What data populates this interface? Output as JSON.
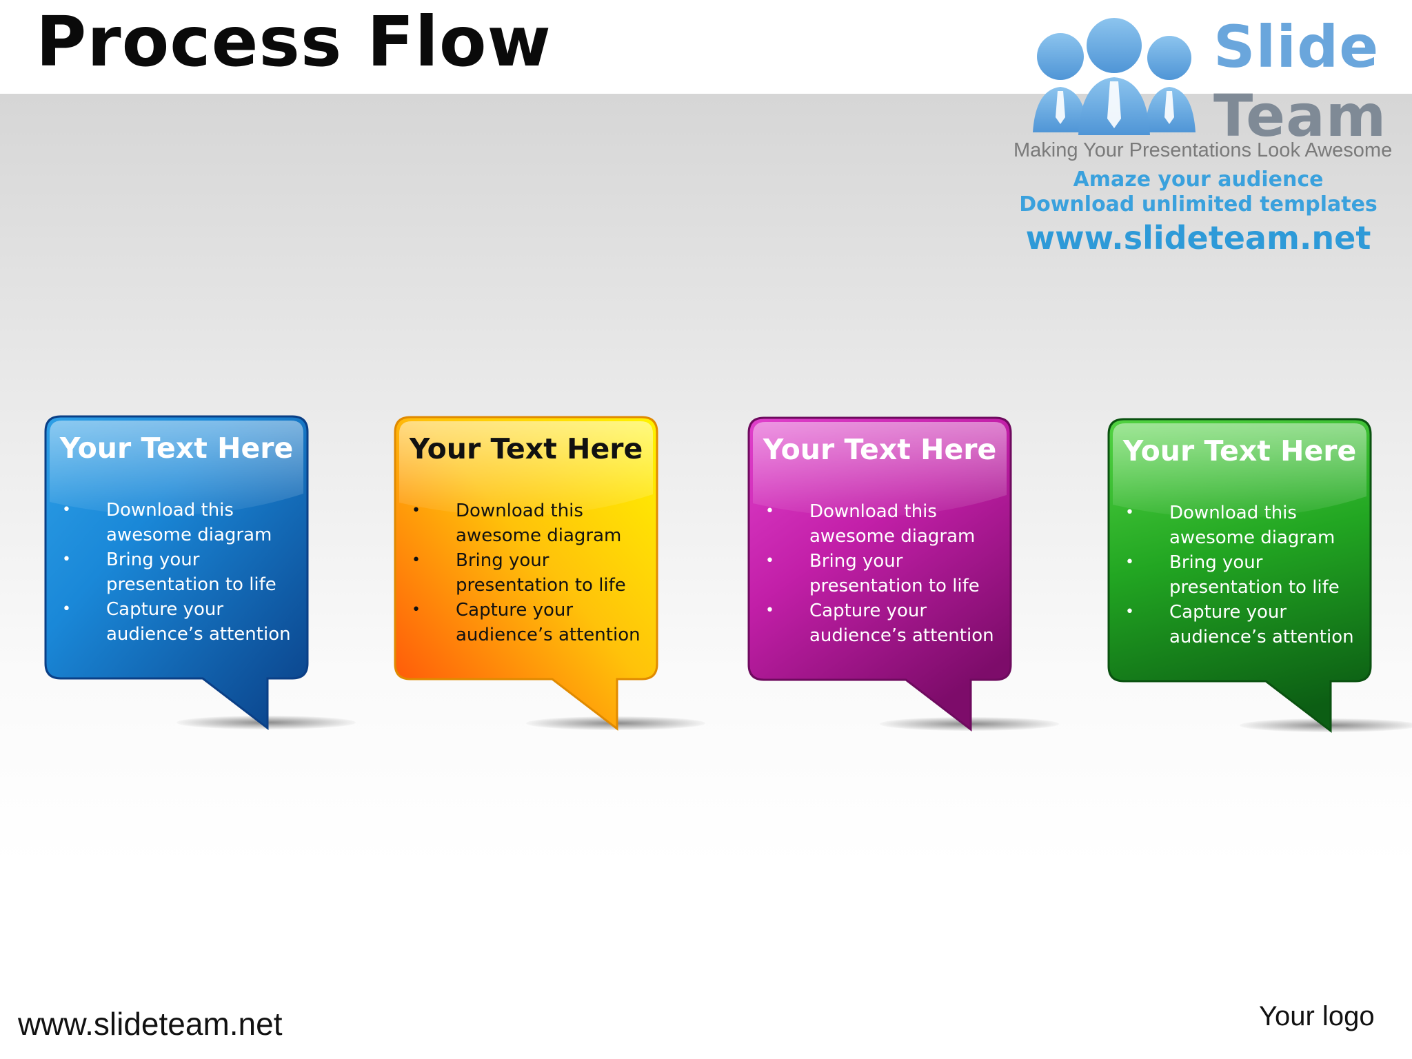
{
  "title": "Process Flow",
  "logo": {
    "word1": "Slide",
    "word2": "Team",
    "tagline": "Making Your Presentations Look Awesome",
    "line1": "Amaze your audience",
    "line2": "Download unlimited templates",
    "url": "www.slideteam.net",
    "colors": {
      "slide": "#6aa6dc",
      "team": "#7f8a96",
      "accent": "#3aa1dd"
    }
  },
  "bubbles": [
    {
      "heading": "Your Text Here",
      "color": "blue",
      "colors": {
        "top": "#4cc0f4",
        "bottom": "#0a3f86"
      },
      "items": [
        [
          "Download this",
          "awesome diagram"
        ],
        [
          "Bring your",
          "presentation to life"
        ],
        [
          "Capture your",
          "audience’s attention"
        ]
      ]
    },
    {
      "heading": "Your Text Here",
      "color": "orange-yellow",
      "colors": {
        "top": "#fff23a",
        "bottom": "#ff5a0a"
      },
      "items": [
        [
          "Download this",
          "awesome diagram"
        ],
        [
          "Bring your",
          "presentation to life"
        ],
        [
          "Capture your",
          "audience’s attention"
        ]
      ]
    },
    {
      "heading": "Your Text Here",
      "color": "magenta",
      "colors": {
        "top": "#ec4fd6",
        "bottom": "#7d0c6a"
      },
      "items": [
        [
          "Download this",
          "awesome diagram"
        ],
        [
          "Bring your",
          "presentation to life"
        ],
        [
          "Capture your",
          "audience’s attention"
        ]
      ]
    },
    {
      "heading": "Your Text Here",
      "color": "green",
      "colors": {
        "top": "#6ddc5a",
        "bottom": "#0c5e14"
      },
      "items": [
        [
          "Download this",
          "awesome diagram"
        ],
        [
          "Bring your",
          "presentation to life"
        ],
        [
          "Capture your",
          "audience’s attention"
        ]
      ]
    }
  ],
  "footer": {
    "url": "www.slideteam.net",
    "logo_placeholder": "Your logo"
  }
}
